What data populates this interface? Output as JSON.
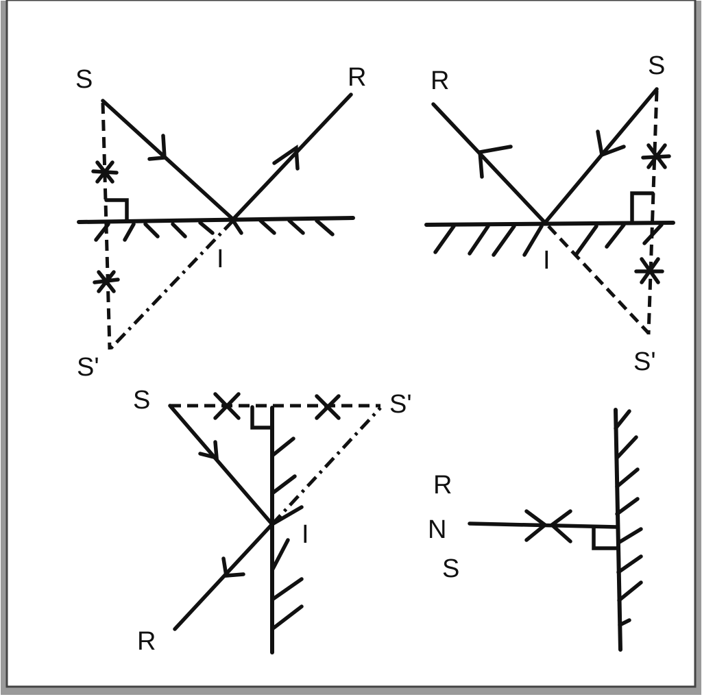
{
  "colors": {
    "ink": "#111111",
    "background": "#ffffff",
    "frame_border": "#444444",
    "frame_outer": "#9a9a9a"
  },
  "panel_top_left": {
    "source_label": "S",
    "reflected_label": "R",
    "incidence_label": "I",
    "image_label": "S'"
  },
  "panel_top_right": {
    "reflected_label": "R",
    "source_label": "S",
    "incidence_label": "I",
    "image_label": "S'"
  },
  "panel_bottom_left": {
    "source_label": "S",
    "image_label": "S'",
    "incidence_label": "I",
    "reflected_label": "R"
  },
  "panel_bottom_right": {
    "reflected_label": "R",
    "normal_label": "N",
    "source_label": "S"
  }
}
